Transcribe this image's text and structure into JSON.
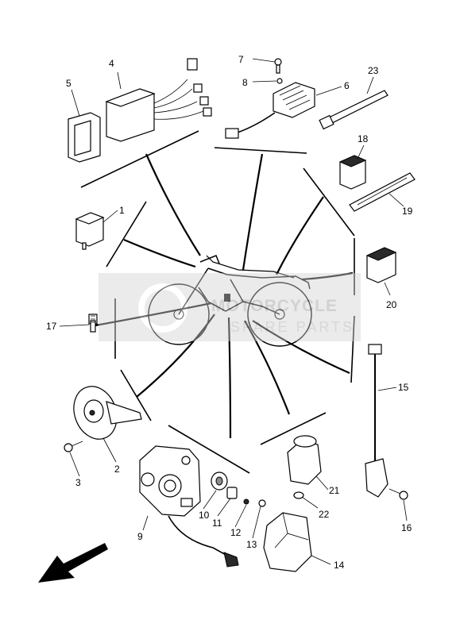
{
  "callouts": {
    "c1": "1",
    "c2": "2",
    "c3": "3",
    "c4": "4",
    "c5": "5",
    "c6": "6",
    "c7": "7",
    "c8": "8",
    "c9": "9",
    "c10": "10",
    "c11": "11",
    "c12": "12",
    "c13": "13",
    "c14": "14",
    "c15": "15",
    "c16": "16",
    "c17": "17",
    "c18": "18",
    "c19": "19",
    "c20": "20",
    "c21": "21",
    "c22": "22",
    "c23": "23"
  },
  "watermark": {
    "title": "MOTORCYCLE",
    "subtitle": "SPARE PARTS",
    "color": "#8a8a8a"
  },
  "colors": {
    "line": "#000000",
    "background": "#ffffff",
    "watermark_box": "#d3d3d3"
  }
}
